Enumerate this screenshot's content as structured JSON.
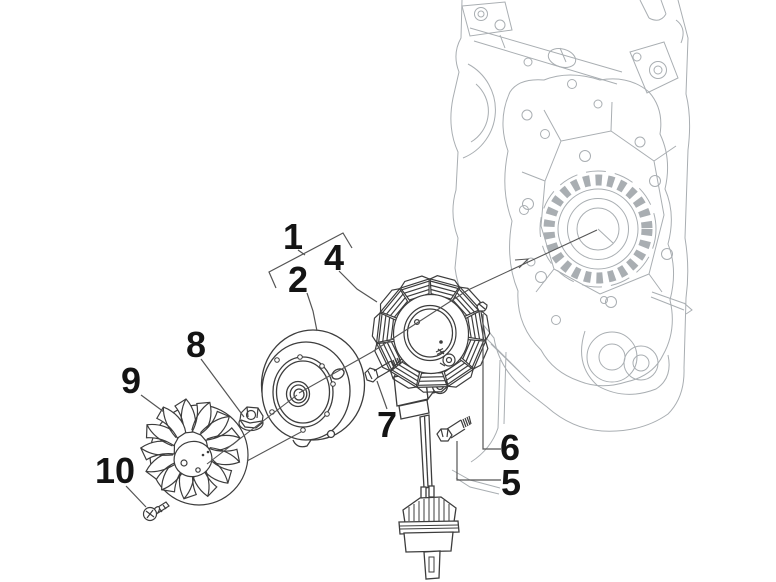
{
  "diagram": {
    "kind": "exploded-parts-diagram",
    "visible_text_only_numbers": true
  },
  "callouts": [
    {
      "label": "1",
      "part": "flywheel-magneto-assembly"
    },
    {
      "label": "2",
      "part": "flywheel-rotor"
    },
    {
      "label": "4",
      "part": "stator"
    },
    {
      "label": "5",
      "part": "bolt"
    },
    {
      "label": "6",
      "part": "dowel-pin"
    },
    {
      "label": "7",
      "part": "bolt"
    },
    {
      "label": "8",
      "part": "flange-nut"
    },
    {
      "label": "9",
      "part": "cooling-fan"
    },
    {
      "label": "10",
      "part": "screw"
    }
  ],
  "colors": {
    "foreground_line": "#3d3d3d",
    "background_line": "#a9aeb2",
    "leader_line": "#555555",
    "callout_text": "#141414",
    "canvas": "#ffffff"
  }
}
